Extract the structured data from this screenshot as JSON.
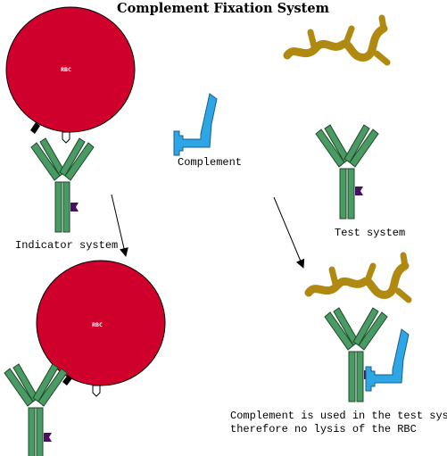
{
  "title": "Complement Fixation System",
  "labels": {
    "complement": "Complement",
    "indicator_system": "Indicator system",
    "test_system": "Test system",
    "caption_line1": "Complement is used in the test system",
    "caption_line2": "therefore no lysis of the RBC"
  },
  "rbc_label": "RBC",
  "colors": {
    "rbc": "#d0002c",
    "antibody": "#4a9a64",
    "antibody_dark": "#1e4a2a",
    "complement": "#2ea6e6",
    "complement_dark": "#1a5f88",
    "antigen": "#b08a10",
    "purple": "#4a1060"
  }
}
